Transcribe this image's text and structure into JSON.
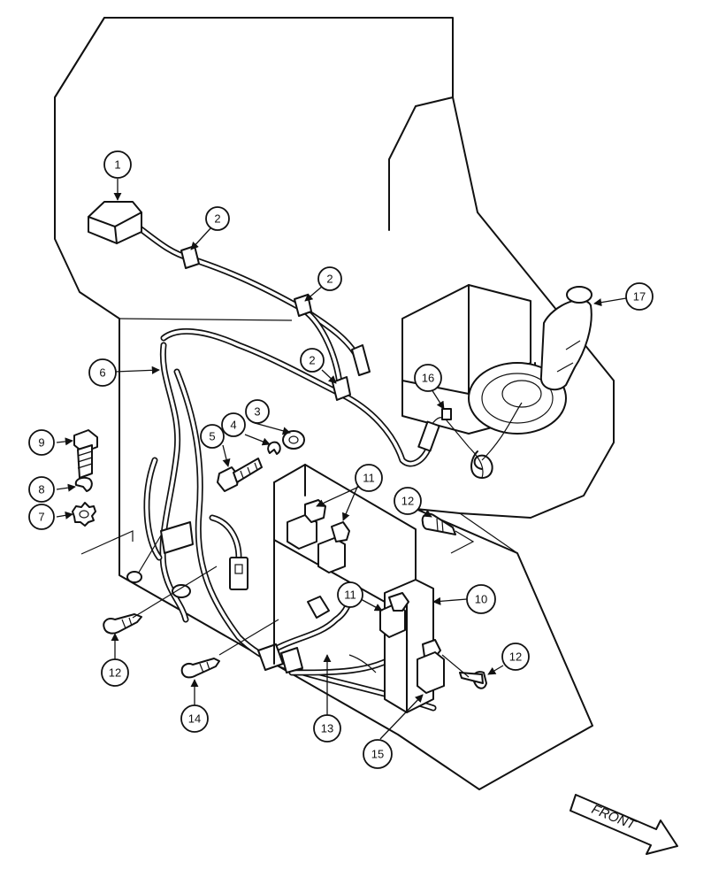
{
  "callouts": [
    {
      "id": "c1",
      "label": "1"
    },
    {
      "id": "c2a",
      "label": "2"
    },
    {
      "id": "c2b",
      "label": "2"
    },
    {
      "id": "c2c",
      "label": "2"
    },
    {
      "id": "c3",
      "label": "3"
    },
    {
      "id": "c4",
      "label": "4"
    },
    {
      "id": "c5",
      "label": "5"
    },
    {
      "id": "c6",
      "label": "6"
    },
    {
      "id": "c7",
      "label": "7"
    },
    {
      "id": "c8",
      "label": "8"
    },
    {
      "id": "c9",
      "label": "9"
    },
    {
      "id": "c10",
      "label": "10"
    },
    {
      "id": "c11a",
      "label": "11"
    },
    {
      "id": "c11b",
      "label": "11"
    },
    {
      "id": "c12a",
      "label": "12"
    },
    {
      "id": "c12b",
      "label": "12"
    },
    {
      "id": "c12c",
      "label": "12"
    },
    {
      "id": "c13",
      "label": "13"
    },
    {
      "id": "c14",
      "label": "14"
    },
    {
      "id": "c15",
      "label": "15"
    },
    {
      "id": "c16",
      "label": "16"
    },
    {
      "id": "c17",
      "label": "17"
    }
  ],
  "front_label": "FRONT"
}
